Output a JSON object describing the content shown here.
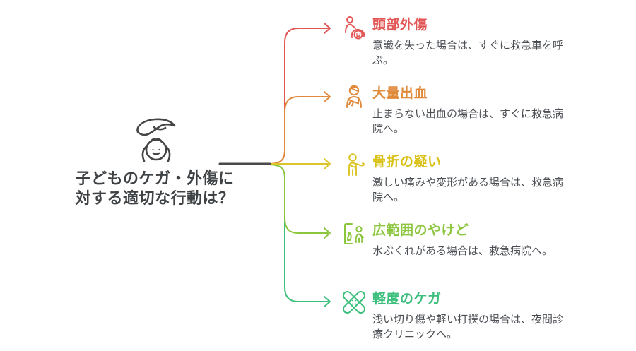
{
  "center": {
    "title": "子どものケガ・外傷に対する適切な行動は？",
    "icon": "hand-protecting-child-icon",
    "text_color": "#3f4245",
    "line_color": "#4a4a4a"
  },
  "branches": [
    {
      "title": "頭部外傷",
      "description": "意識を失った場合は、すぐに救急車を呼ぶ。",
      "color": "#e25656",
      "icon": "caregiver-with-lying-child-icon"
    },
    {
      "title": "大量出血",
      "description": "止まらない出血の場合は、すぐに救急病院へ。",
      "color": "#e08a3c",
      "icon": "bandaged-person-icon"
    },
    {
      "title": "骨折の疑い",
      "description": "激しい痛みや変形がある場合は、救急病院へ。",
      "color": "#d9c116",
      "icon": "person-arm-sling-icon"
    },
    {
      "title": "広範囲のやけど",
      "description": "水ぶくれがある場合は、救急病院へ。",
      "color": "#8cc63f",
      "icon": "burn-hazard-person-icon"
    },
    {
      "title": "軽度のケガ",
      "description": "浅い切り傷や軽い打撲の場合は、夜間診療クリニックへ。",
      "color": "#3cbf7c",
      "icon": "crossed-bandages-icon"
    }
  ]
}
